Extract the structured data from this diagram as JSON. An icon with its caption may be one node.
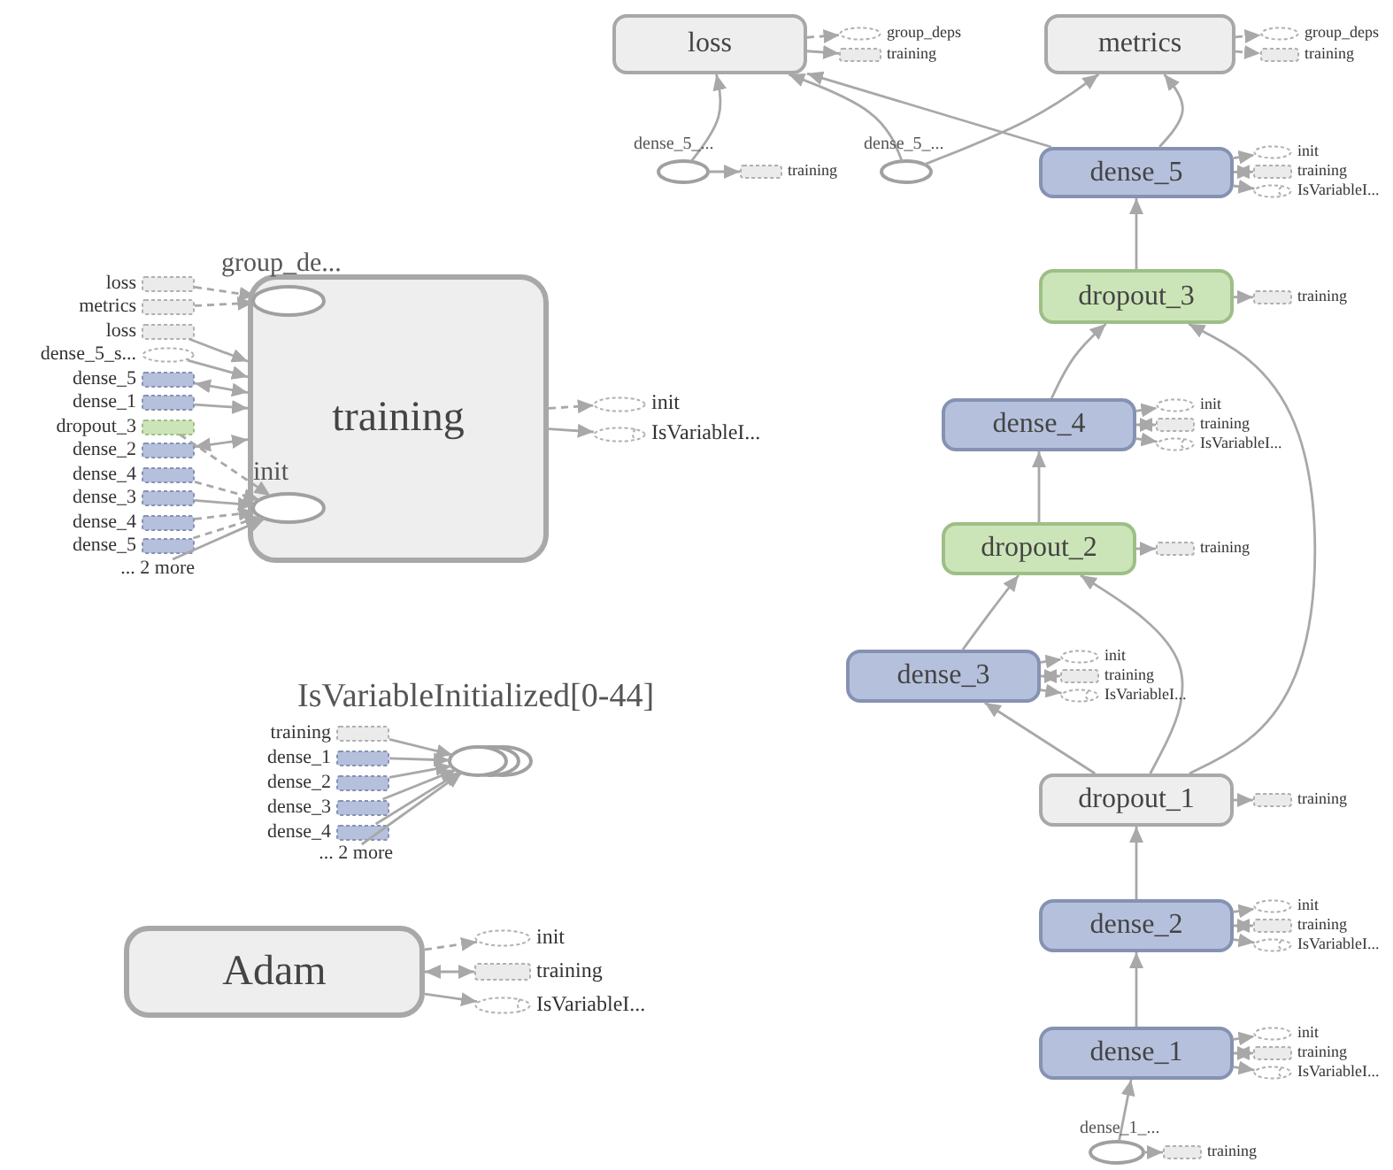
{
  "diagram": {
    "nodes": [
      {
        "text": [
          "training"
        ]
      },
      {
        "text": [
          "group_de..."
        ],
        "in": 0
      },
      {
        "text": [
          "init"
        ],
        "in": 0
      },
      {
        "text": [
          "loss"
        ]
      },
      {
        "text": [
          "metrics"
        ]
      },
      {
        "text": [
          "loss"
        ]
      },
      {
        "text": [
          "dense_5_s..."
        ]
      },
      {
        "text": [
          "dense_5"
        ]
      },
      {
        "text": [
          "dense_1"
        ]
      },
      {
        "text": [
          "dropout_3"
        ]
      },
      {
        "text": [
          "dense_2"
        ]
      },
      {
        "text": [
          "dense_4"
        ]
      },
      {
        "text": [
          "dense_3"
        ]
      },
      {
        "text": [
          "dense_4"
        ]
      },
      {
        "text": [
          "dense_5"
        ]
      },
      {
        "text": [
          "... 2 more"
        ]
      },
      {
        "text": [
          "init"
        ]
      },
      {
        "text": [
          "IsVariableI..."
        ]
      },
      {
        "text": [
          "IsVariableInitialized[0-44]"
        ]
      },
      {
        "text": [
          "training"
        ]
      },
      {
        "text": [
          "dense_1"
        ]
      },
      {
        "text": [
          "dense_2"
        ]
      },
      {
        "text": [
          "dense_3"
        ]
      },
      {
        "text": [
          "dense_4"
        ]
      },
      {
        "text": [
          "... 2 more"
        ]
      },
      {
        "text": [
          "Adam"
        ]
      },
      {
        "text": [
          "init"
        ]
      },
      {
        "text": [
          "training"
        ]
      },
      {
        "text": [
          "IsVariableI..."
        ]
      },
      {
        "text": [
          "loss"
        ]
      },
      {
        "text": [
          "group_deps"
        ]
      },
      {
        "text": [
          "training"
        ]
      },
      {
        "text": [
          "metrics"
        ]
      },
      {
        "text": [
          "group_deps"
        ]
      },
      {
        "text": [
          "training"
        ]
      },
      {
        "text": [
          "dense_5_..."
        ]
      },
      {
        "text": [
          "training"
        ]
      },
      {
        "text": [
          "dense_5_..."
        ]
      },
      {
        "text": [
          "dense_5"
        ]
      },
      {
        "text": [
          "init"
        ]
      },
      {
        "text": [
          "training"
        ]
      },
      {
        "text": [
          "IsVariableI..."
        ]
      },
      {
        "text": [
          "dropout_3"
        ]
      },
      {
        "text": [
          "training"
        ]
      },
      {
        "text": [
          "dense_4"
        ]
      },
      {
        "text": [
          "init"
        ]
      },
      {
        "text": [
          "training"
        ]
      },
      {
        "text": [
          "IsVariableI..."
        ]
      },
      {
        "text": [
          "dropout_2"
        ]
      },
      {
        "text": [
          "training"
        ]
      },
      {
        "text": [
          "dense_3"
        ]
      },
      {
        "text": [
          "init"
        ]
      },
      {
        "text": [
          "training"
        ]
      },
      {
        "text": [
          "IsVariableI..."
        ]
      },
      {
        "text": [
          "dropout_1"
        ]
      },
      {
        "text": [
          "training"
        ]
      },
      {
        "text": [
          "dense_2"
        ]
      },
      {
        "text": [
          "init"
        ]
      },
      {
        "text": [
          "training"
        ]
      },
      {
        "text": [
          "IsVariableI..."
        ]
      },
      {
        "text": [
          "dense_1"
        ]
      },
      {
        "text": [
          "init"
        ]
      },
      {
        "text": [
          "training"
        ]
      },
      {
        "text": [
          "IsVariableI..."
        ]
      },
      {
        "text": [
          "dense_1_..."
        ]
      },
      {
        "text": [
          "training"
        ]
      }
    ],
    "edges": [
      {
        "from": 3,
        "to": 1,
        "arrow": "to",
        "style": "dashed"
      },
      {
        "from": 4,
        "to": 1,
        "arrow": "to",
        "style": "dashed"
      },
      {
        "from": 5,
        "to": 0,
        "arrow": "to"
      },
      {
        "from": 6,
        "to": 0,
        "arrow": "to"
      },
      {
        "from": 7,
        "to": 0,
        "arrow": "both"
      },
      {
        "from": 8,
        "to": 0,
        "arrow": "to"
      },
      {
        "from": 9,
        "to": 2,
        "arrow": "to",
        "style": "dashed"
      },
      {
        "from": 10,
        "to": 0,
        "arrow": "both"
      },
      {
        "from": 11,
        "to": 2,
        "arrow": "to",
        "style": "dashed"
      },
      {
        "from": 12,
        "to": 2,
        "arrow": "to"
      },
      {
        "from": 13,
        "to": 2,
        "arrow": "to",
        "style": "dashed"
      },
      {
        "from": 14,
        "to": 2,
        "arrow": "to",
        "style": "dashed"
      },
      {
        "from": 15,
        "to": 2,
        "arrow": "to"
      },
      {
        "from": 0,
        "to": 16,
        "arrow": "to",
        "style": "dashed"
      },
      {
        "from": 0,
        "to": 17,
        "arrow": "to"
      },
      {
        "from": 19,
        "to": 18,
        "arrow": "to"
      },
      {
        "from": 20,
        "to": 18,
        "arrow": "to"
      },
      {
        "from": 21,
        "to": 18,
        "arrow": "to"
      },
      {
        "from": 22,
        "to": 18,
        "arrow": "to"
      },
      {
        "from": 23,
        "to": 18,
        "arrow": "to"
      },
      {
        "from": 24,
        "to": 18,
        "arrow": "to"
      },
      {
        "from": 25,
        "to": 26,
        "arrow": "to",
        "style": "dashed"
      },
      {
        "from": 25,
        "to": 27,
        "arrow": "both"
      },
      {
        "from": 25,
        "to": 28,
        "arrow": "to"
      },
      {
        "from": 29,
        "to": 30,
        "arrow": "to",
        "style": "dashed"
      },
      {
        "from": 29,
        "to": 31,
        "arrow": "to"
      },
      {
        "from": 32,
        "to": 33,
        "arrow": "to",
        "style": "dashed"
      },
      {
        "from": 32,
        "to": 34,
        "arrow": "to",
        "style": "dashed"
      },
      {
        "from": 35,
        "to": 29,
        "arrow": "to"
      },
      {
        "from": 35,
        "to": 36,
        "arrow": "to"
      },
      {
        "from": 37,
        "to": 29,
        "arrow": "to"
      },
      {
        "from": 37,
        "to": 32,
        "arrow": "to"
      },
      {
        "from": 38,
        "to": 29,
        "arrow": "to"
      },
      {
        "from": 38,
        "to": 32,
        "arrow": "to"
      },
      {
        "from": 38,
        "to": 39,
        "arrow": "to",
        "style": "dashed"
      },
      {
        "from": 38,
        "to": 40,
        "arrow": "both"
      },
      {
        "from": 38,
        "to": 41,
        "arrow": "to"
      },
      {
        "from": 42,
        "to": 38,
        "arrow": "to"
      },
      {
        "from": 42,
        "to": 43,
        "arrow": "to"
      },
      {
        "from": 44,
        "to": 42,
        "arrow": "to"
      },
      {
        "from": 44,
        "to": 45,
        "arrow": "to",
        "style": "dashed"
      },
      {
        "from": 44,
        "to": 46,
        "arrow": "both"
      },
      {
        "from": 44,
        "to": 47,
        "arrow": "to"
      },
      {
        "from": 48,
        "to": 44,
        "arrow": "to"
      },
      {
        "from": 48,
        "to": 49,
        "arrow": "to"
      },
      {
        "from": 50,
        "to": 48,
        "arrow": "to"
      },
      {
        "from": 50,
        "to": 51,
        "arrow": "to",
        "style": "dashed"
      },
      {
        "from": 50,
        "to": 52,
        "arrow": "both"
      },
      {
        "from": 50,
        "to": 53,
        "arrow": "to"
      },
      {
        "from": 54,
        "to": 50,
        "arrow": "to"
      },
      {
        "from": 54,
        "to": 48,
        "arrow": "to"
      },
      {
        "from": 54,
        "to": 42,
        "arrow": "to"
      },
      {
        "from": 54,
        "to": 55,
        "arrow": "to"
      },
      {
        "from": 56,
        "to": 54,
        "arrow": "to"
      },
      {
        "from": 56,
        "to": 57,
        "arrow": "to",
        "style": "dashed"
      },
      {
        "from": 56,
        "to": 58,
        "arrow": "both"
      },
      {
        "from": 56,
        "to": 59,
        "arrow": "to"
      },
      {
        "from": 60,
        "to": 56,
        "arrow": "to"
      },
      {
        "from": 60,
        "to": 61,
        "arrow": "to",
        "style": "dashed"
      },
      {
        "from": 60,
        "to": 62,
        "arrow": "both"
      },
      {
        "from": 60,
        "to": 63,
        "arrow": "to"
      },
      {
        "from": 64,
        "to": 60,
        "arrow": "to"
      },
      {
        "from": 64,
        "to": 65,
        "arrow": "to"
      }
    ]
  }
}
